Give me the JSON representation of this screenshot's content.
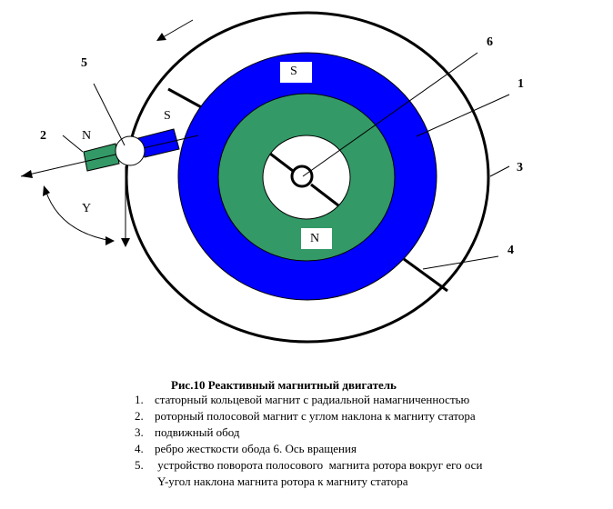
{
  "labels": {
    "n1": "1",
    "n2": "2",
    "n3": "3",
    "n4": "4",
    "n5": "5",
    "n6": "6",
    "stator_s": "S",
    "stator_n": "N",
    "rotor_n": "N",
    "rotor_s": "S",
    "angle": "Y"
  },
  "caption": {
    "title": "Рис.10 Реактивный магнитный двигатель",
    "items": [
      {
        "num": "1.",
        "text": "статорный кольцевой магнит с радиальной намагниченностью"
      },
      {
        "num": "2.",
        "text": "роторный полосовой магнит с углом наклона к магниту статора"
      },
      {
        "num": "3.",
        "text": "подвижный обод"
      },
      {
        "num": "4.",
        "text": "ребро жесткости обода  6. Ось вращения"
      },
      {
        "num": "5.",
        "text": " устройство поворота полосового  магнита ротора вокруг его оси"
      }
    ],
    "note": "Y-угол наклона магнита ротора к магниту статора"
  },
  "colors": {
    "blue": "#0000FF",
    "green": "#339966"
  }
}
